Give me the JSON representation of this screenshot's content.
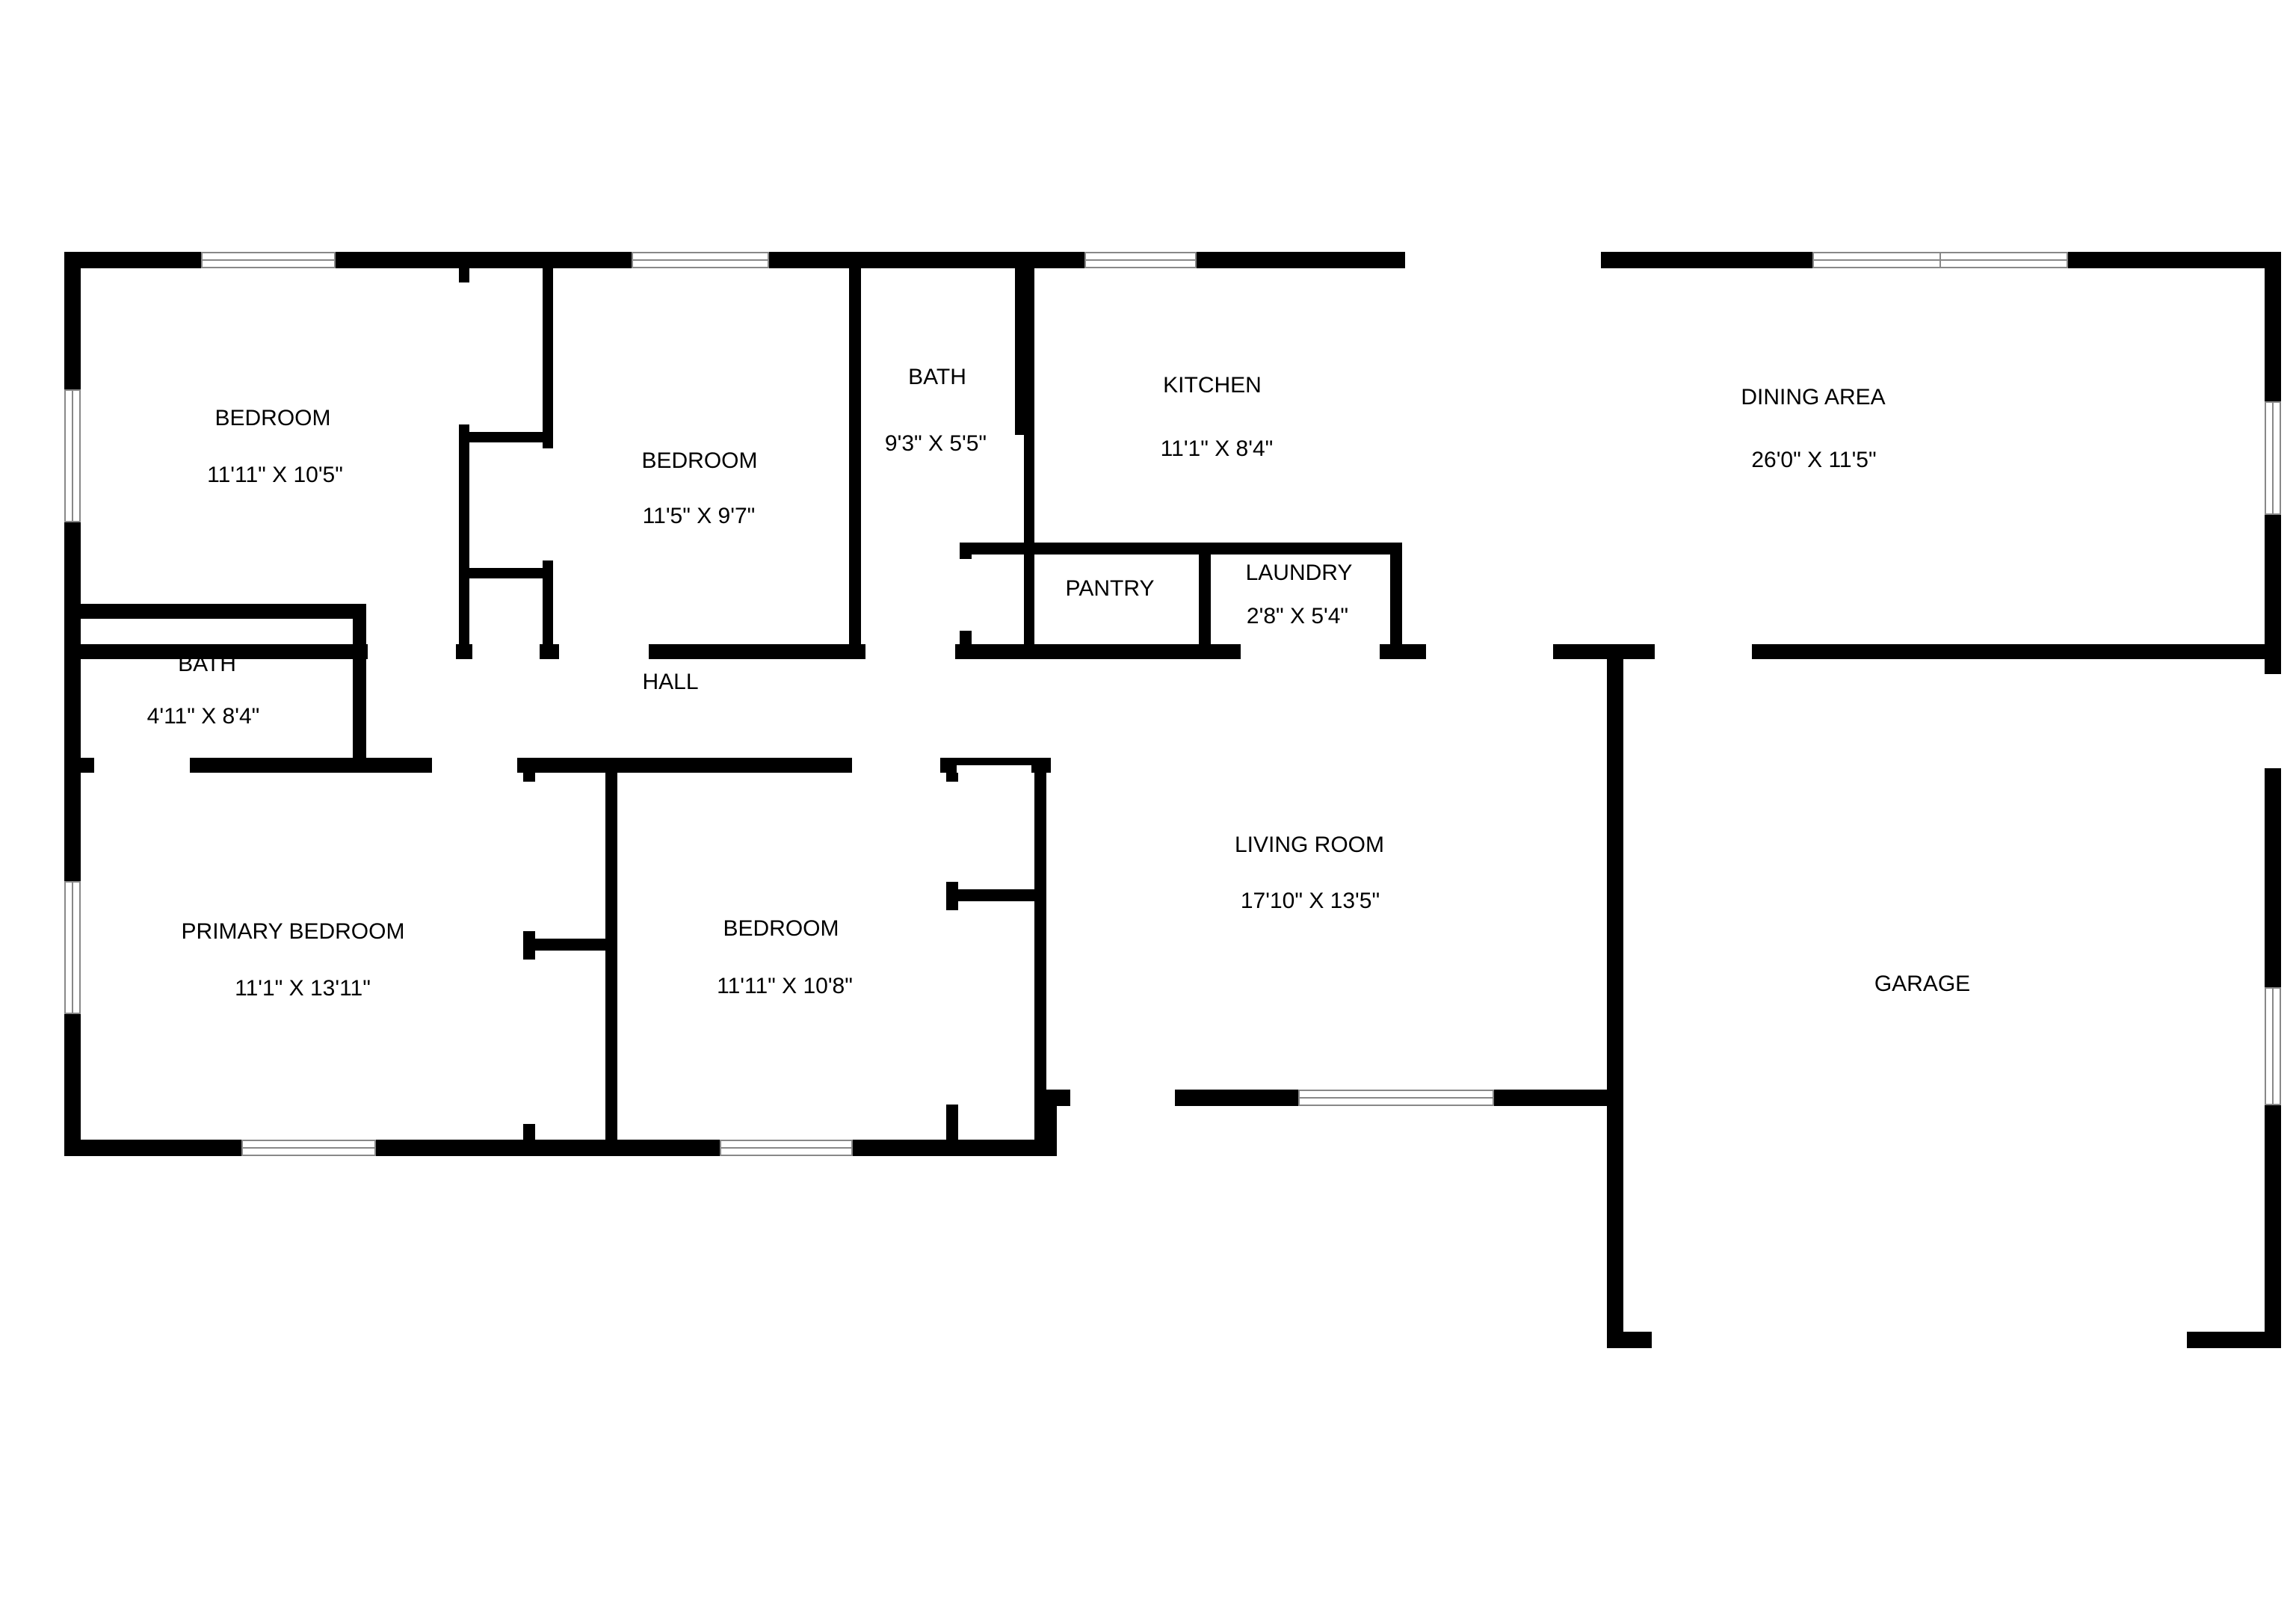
{
  "colors": {
    "wall": "#000000",
    "opening": "#ffffff",
    "window_frame": "#888888",
    "background": "#ffffff"
  },
  "rooms": {
    "bedroom_nw": {
      "name": "BEDROOM",
      "dims": "11'11\" X 10'5\""
    },
    "bedroom_n": {
      "name": "BEDROOM",
      "dims": "11'5\" X 9'7\""
    },
    "bath_n": {
      "name": "BATH",
      "dims": "9'3\" X 5'5\""
    },
    "kitchen": {
      "name": "KITCHEN",
      "dims": "11'1\" X 8'4\""
    },
    "dining": {
      "name": "DINING AREA",
      "dims": "26'0\" X 11'5\""
    },
    "pantry": {
      "name": "PANTRY"
    },
    "laundry": {
      "name": "LAUNDRY",
      "dims": "2'8\" X 5'4\""
    },
    "bath_w": {
      "name": "BATH",
      "dims": "4'11\" X 8'4\""
    },
    "hall": {
      "name": "HALL"
    },
    "primary": {
      "name": "PRIMARY BEDROOM",
      "dims": "11'1\" X 13'11\""
    },
    "bedroom_s": {
      "name": "BEDROOM",
      "dims": "11'11\" X 10'8\""
    },
    "living": {
      "name": "LIVING ROOM",
      "dims": "17'10\" X 13'5\""
    },
    "garage": {
      "name": "GARAGE"
    }
  }
}
